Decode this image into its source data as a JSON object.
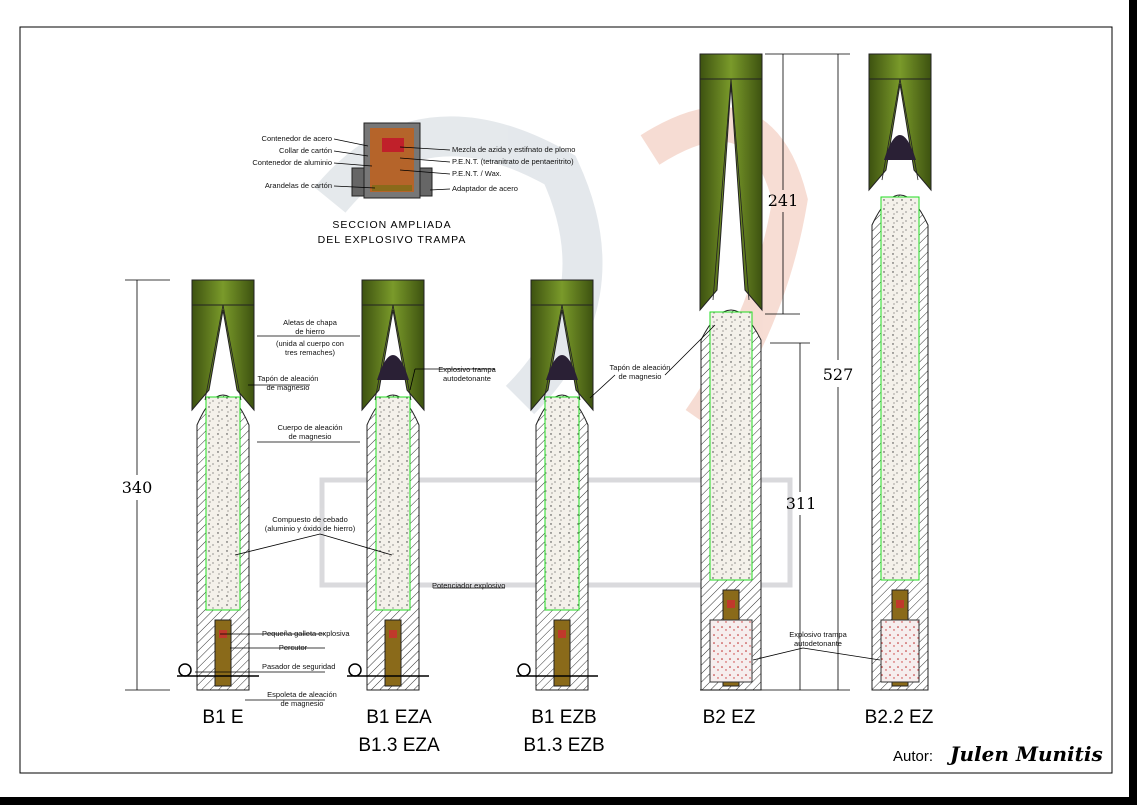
{
  "section": {
    "title_line1": "SECCION AMPLIADA",
    "title_line2": "DEL EXPLOSIVO TRAMPA",
    "labels_left": [
      "Contenedor de acero",
      "Collar de cartón",
      "Contenedor de aluminio",
      "Arandelas de cartón"
    ],
    "labels_right": [
      "Mezcla de azida y estifnato de plomo",
      "P.E.N.T. (tetranitrato de pentaeritrito)",
      "P.E.N.T. / Wax.",
      "Adaptador de acero"
    ]
  },
  "callouts": {
    "aletas": [
      "Aletas de chapa",
      "de hierro",
      "(unida al cuerpo con",
      "tres remaches)"
    ],
    "tapon": [
      "Tapón de aleación",
      "de magnesio"
    ],
    "cuerpo": [
      "Cuerpo de aleación",
      "de magnesio"
    ],
    "compuesto": [
      "Compuesto de cebado",
      "(aluminio y óxido de hierro)"
    ],
    "explosivo_trampa": [
      "Explosivo trampa",
      "autodetonante"
    ],
    "potenciador": "Potenciador explosivo",
    "galleta": "Pequeña galleta explosiva",
    "percutor": "Percutor",
    "pasador": "Pasador de seguridad",
    "espoleta": [
      "Espoleta de aleación",
      "de magnesio"
    ],
    "tapon_b2": [
      "Tapón de aleación",
      "de magnesio"
    ],
    "explosivo_trampa_b2": [
      "Explosivo trampa",
      "autodetonante"
    ]
  },
  "dimensions": {
    "b1_total": "340",
    "b2_tail": "241",
    "b2_total": "527",
    "b2_body": "311"
  },
  "bombs": [
    {
      "name": [
        "B1 E"
      ]
    },
    {
      "name": [
        "B1 EZA",
        "B1.3 EZA"
      ]
    },
    {
      "name": [
        "B1 EZB",
        "B1.3 EZB"
      ]
    },
    {
      "name": [
        "B2 EZ"
      ]
    },
    {
      "name": [
        "B2.2 EZ"
      ]
    }
  ],
  "author": {
    "label": "Autor:",
    "name": "Julen Munitis"
  },
  "colors": {
    "tail": "#5f7a1f",
    "tail_dark": "#3d5210",
    "filler": "#f2efe6",
    "fuse": "#8a6a1a",
    "outline_green": "#22dd22",
    "charge": "#c0392b"
  }
}
